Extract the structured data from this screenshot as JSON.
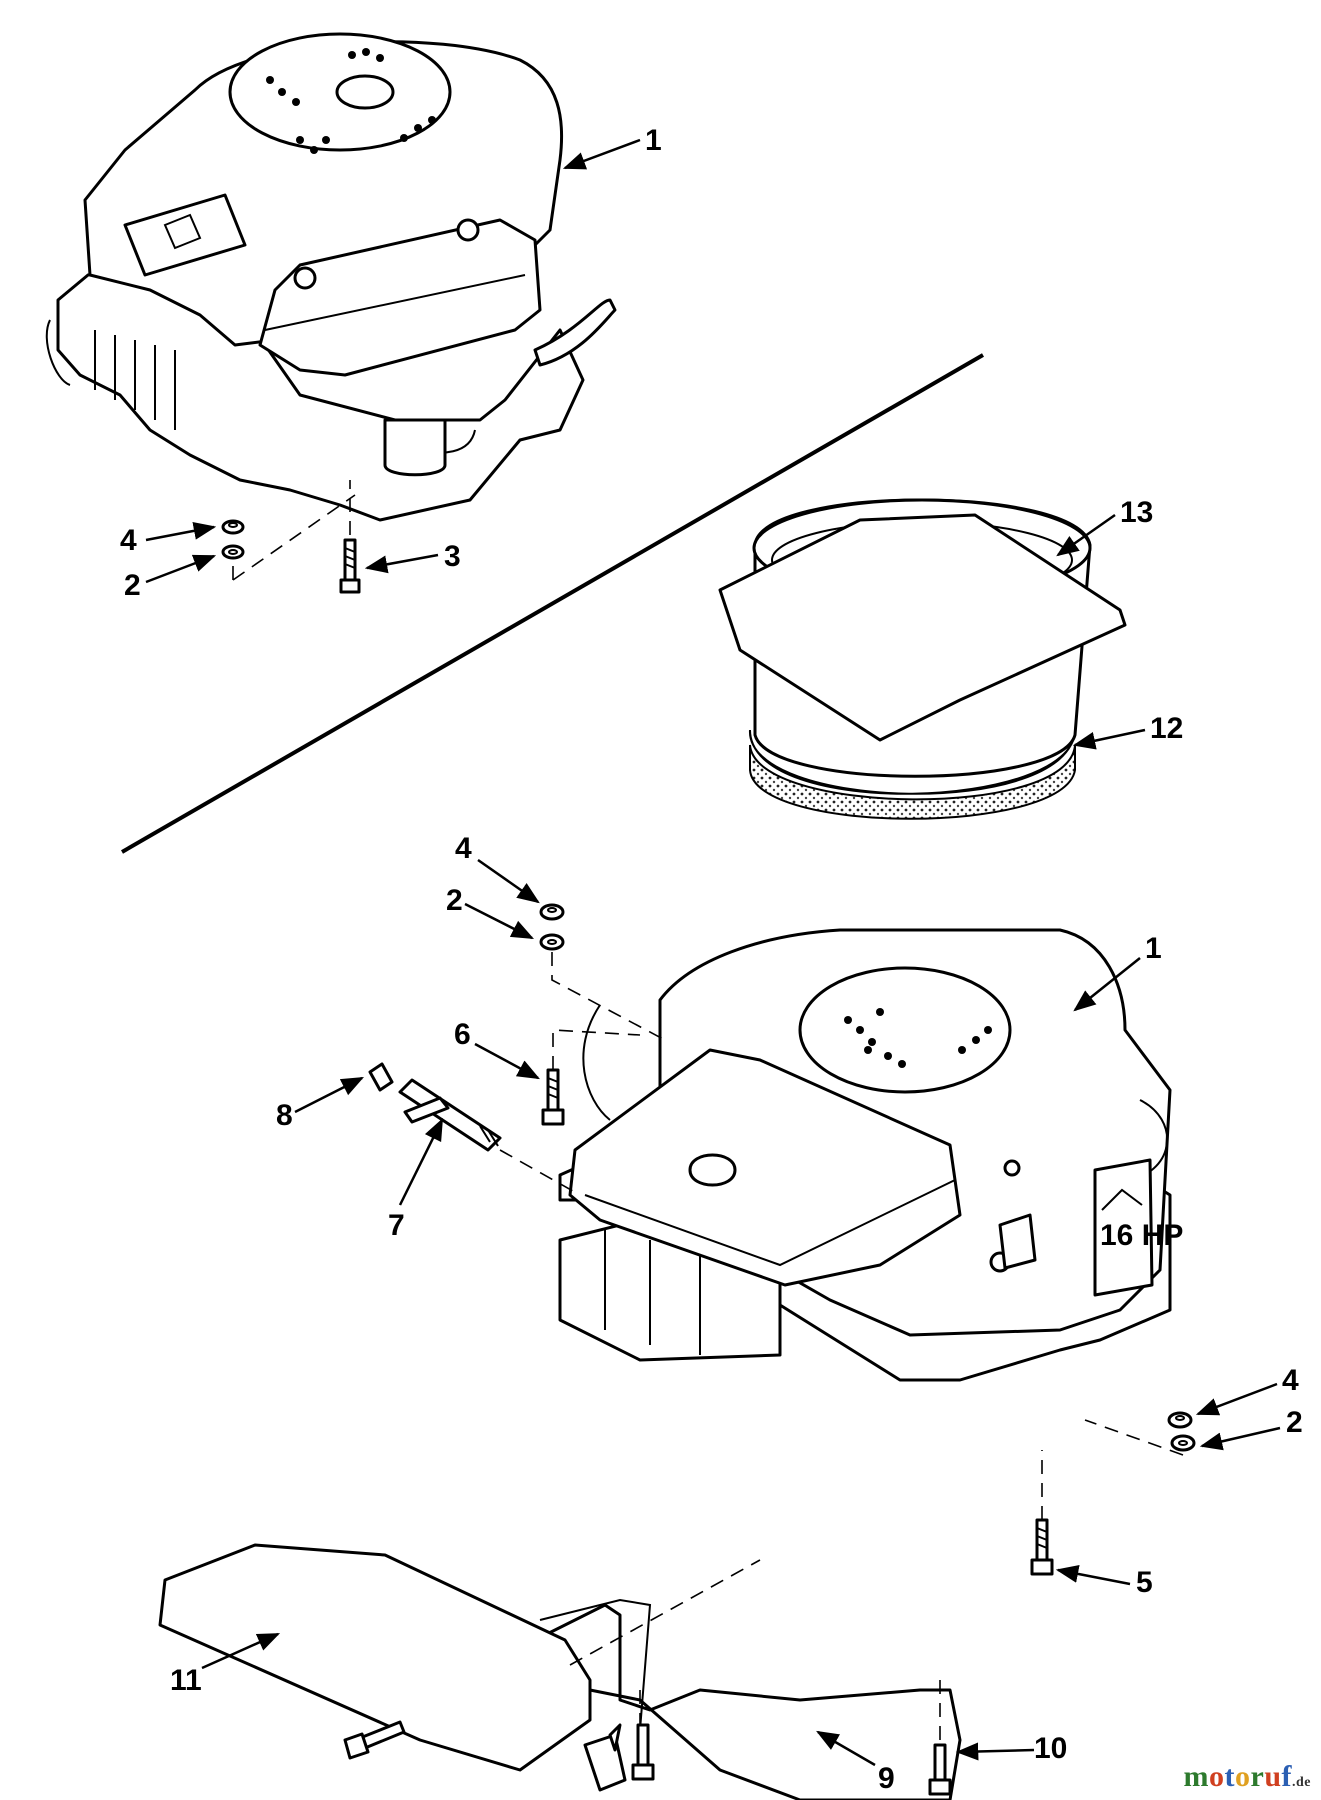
{
  "callouts": [
    "1",
    "4",
    "2",
    "3",
    "13",
    "12",
    "4",
    "2",
    "1",
    "6",
    "8",
    "7",
    "4",
    "2",
    "5",
    "11",
    "9",
    "10"
  ],
  "badge": {
    "hp": "16 HP"
  },
  "watermark": {
    "letters": [
      "m",
      "o",
      "t",
      "o",
      "r",
      "u",
      "f"
    ],
    "colors": [
      "#2d7a2d",
      "#d04020",
      "#2b5fb3",
      "#e0a020",
      "#2d7a2d",
      "#d04020",
      "#2b5fb3"
    ],
    "tld": ".de"
  }
}
